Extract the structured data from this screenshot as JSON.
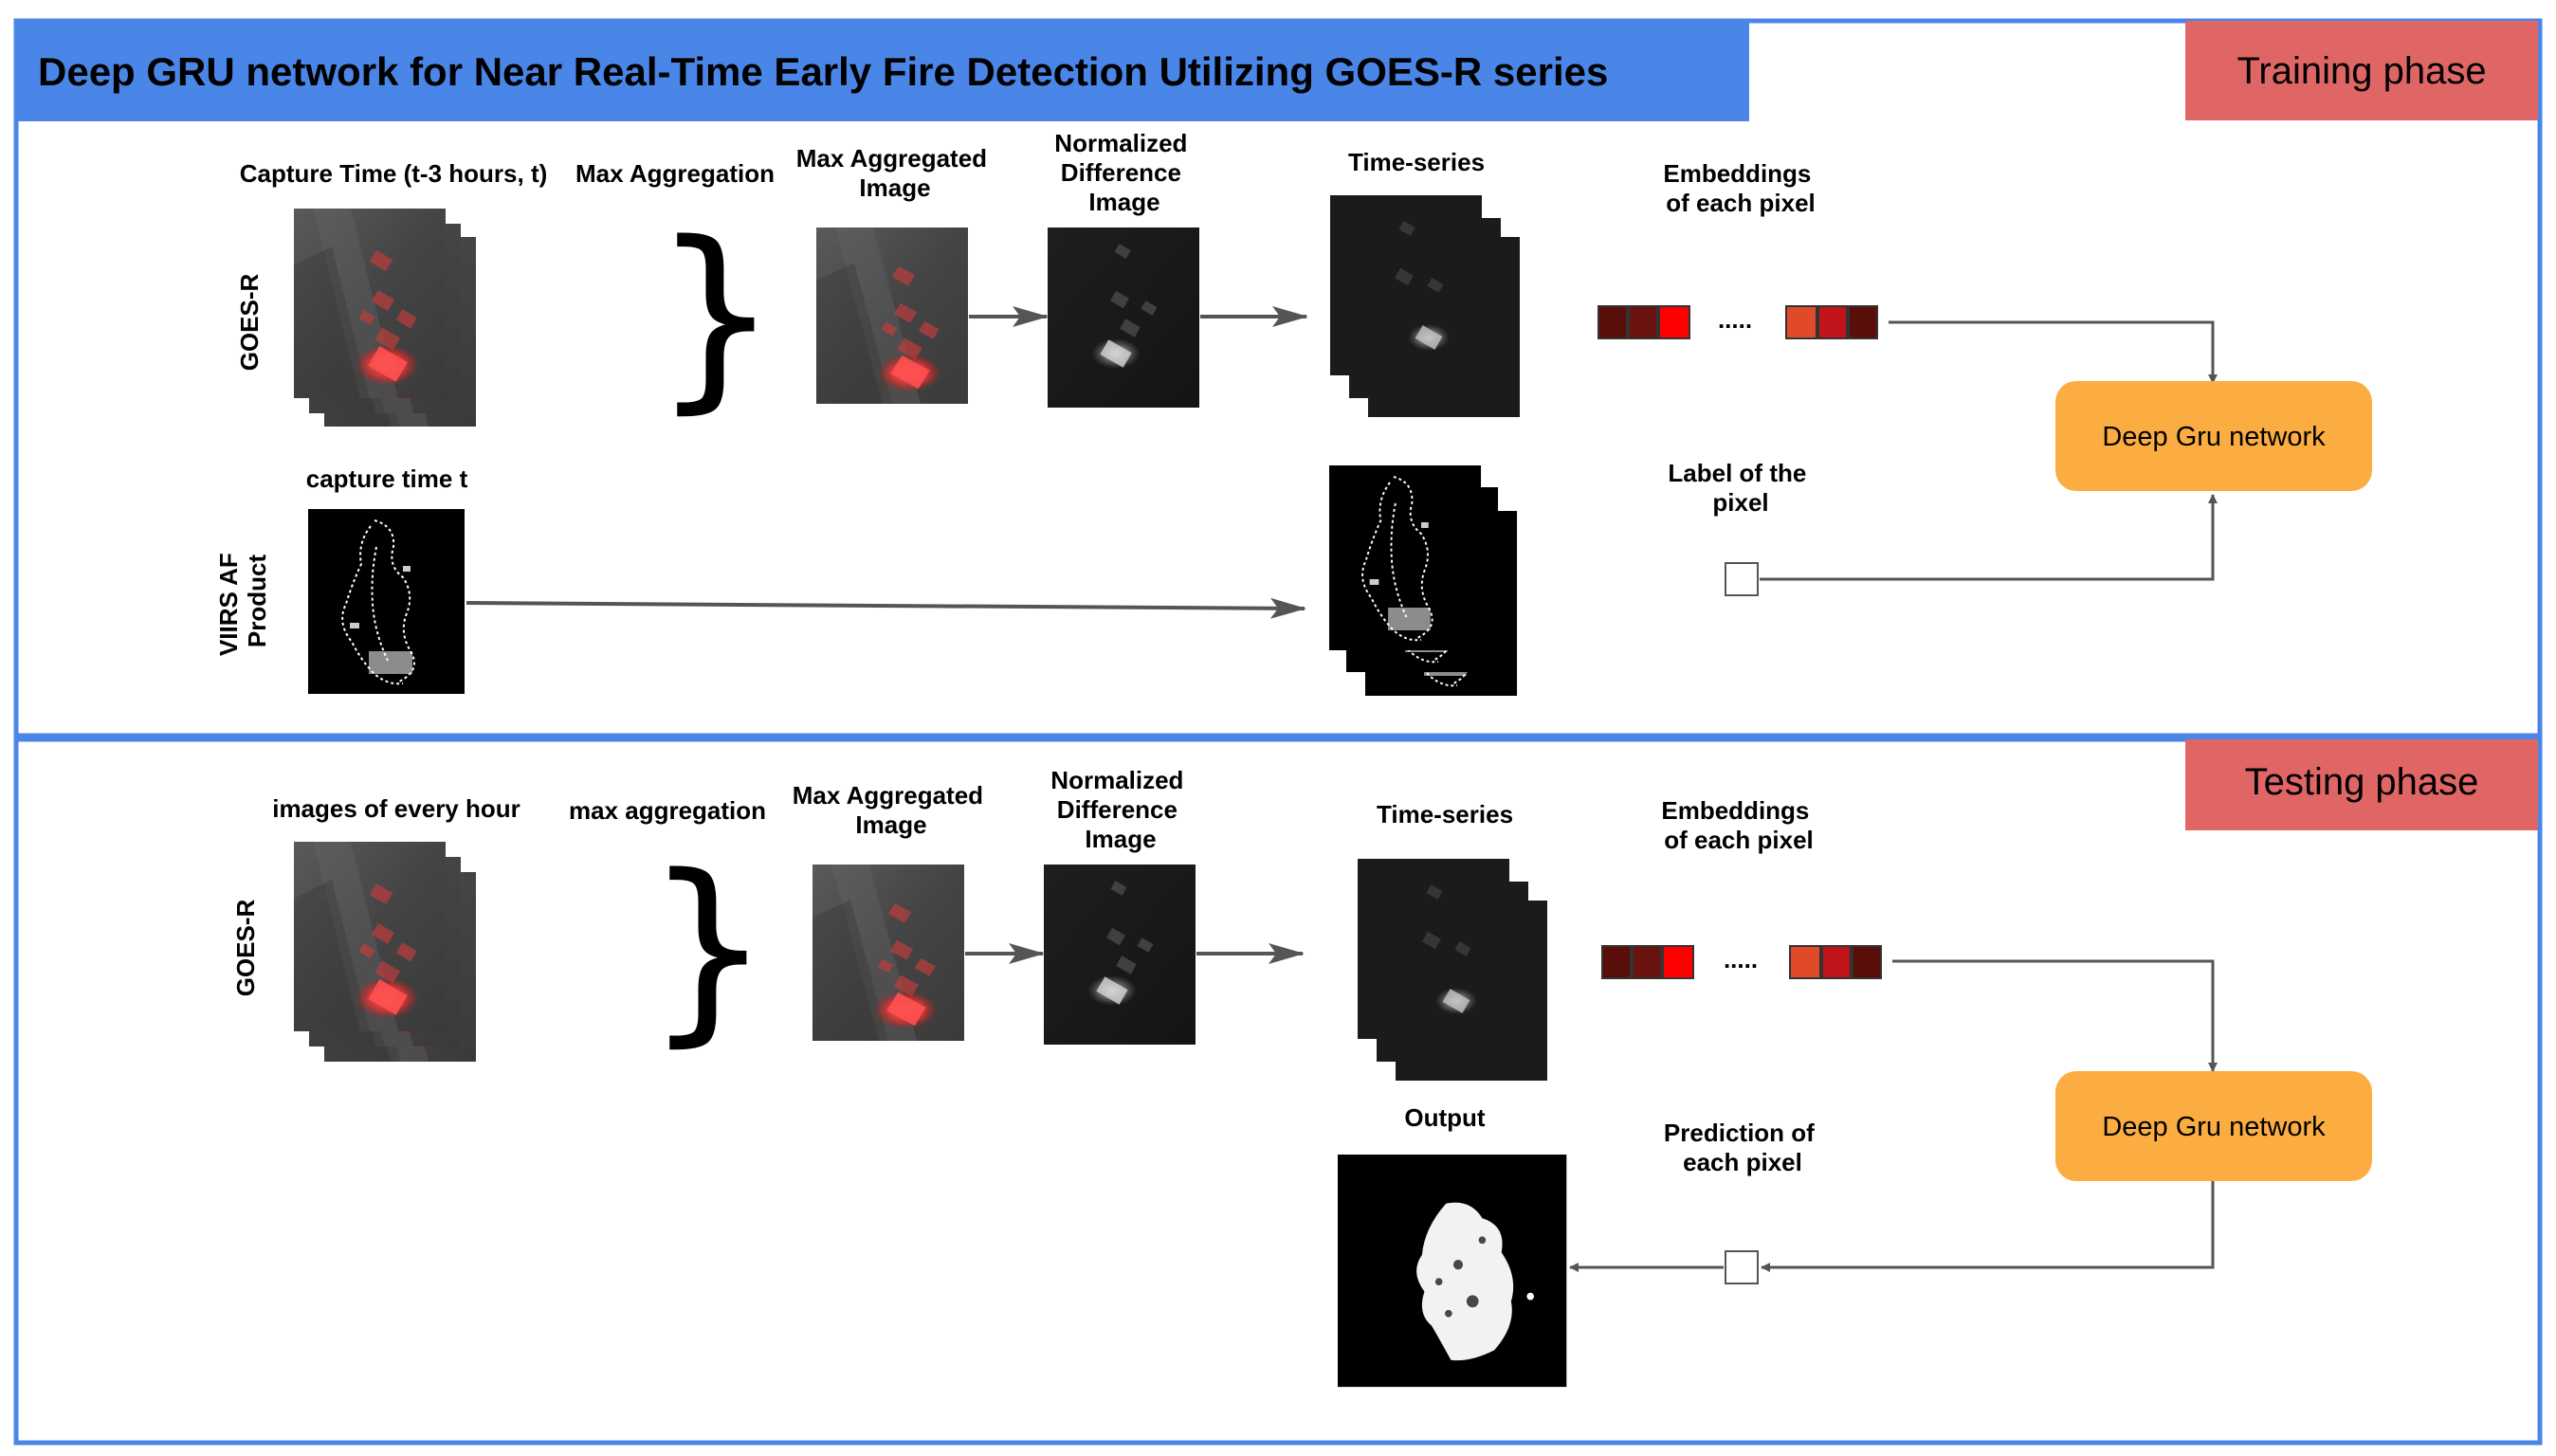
{
  "title": "Deep GRU network for Near Real-Time Early Fire Detection Utilizing GOES-R series",
  "colors": {
    "frame": "#4a86e8",
    "title_bg": "#4a86e8",
    "phase_bg": "#e06666",
    "gru_box": "#fbad41",
    "arrow": "#555555",
    "emb_dark": "#5a0e0a",
    "emb_mid": "#b4281c",
    "emb_bright": "#ff0000",
    "emb_orange": "#e04a28"
  },
  "training": {
    "phase_label": "Training phase",
    "goes_label": "GOES-R",
    "viirs_label": [
      "VIIRS AF",
      "Product"
    ],
    "capture_label": "Capture Time (t-3 hours, t)",
    "max_agg_label": "Max Aggregation",
    "max_agg_image_label": [
      "Max Aggregated",
      "Image"
    ],
    "norm_diff_label": [
      "Normalized",
      "Difference",
      "Image"
    ],
    "timeseries_label": "Time-series",
    "embeddings_label": [
      "Embeddings",
      "of each pixel"
    ],
    "dots": ".....",
    "gru_label": "Deep Gru network",
    "capture_t_label": "capture time t",
    "label_of_pixel": [
      "Label of the",
      "pixel"
    ]
  },
  "testing": {
    "phase_label": "Testing phase",
    "goes_label": "GOES-R",
    "images_label": "images of every hour",
    "max_agg_label": "max aggregation",
    "max_agg_image_label": [
      "Max Aggregated",
      "Image"
    ],
    "norm_diff_label": [
      "Normalized",
      "Difference",
      "Image"
    ],
    "timeseries_label": "Time-series",
    "embeddings_label": [
      "Embeddings",
      "of each pixel"
    ],
    "dots": ".....",
    "gru_label": "Deep Gru network",
    "output_label": "Output",
    "prediction_label": [
      "Prediction of",
      "each pixel"
    ]
  }
}
